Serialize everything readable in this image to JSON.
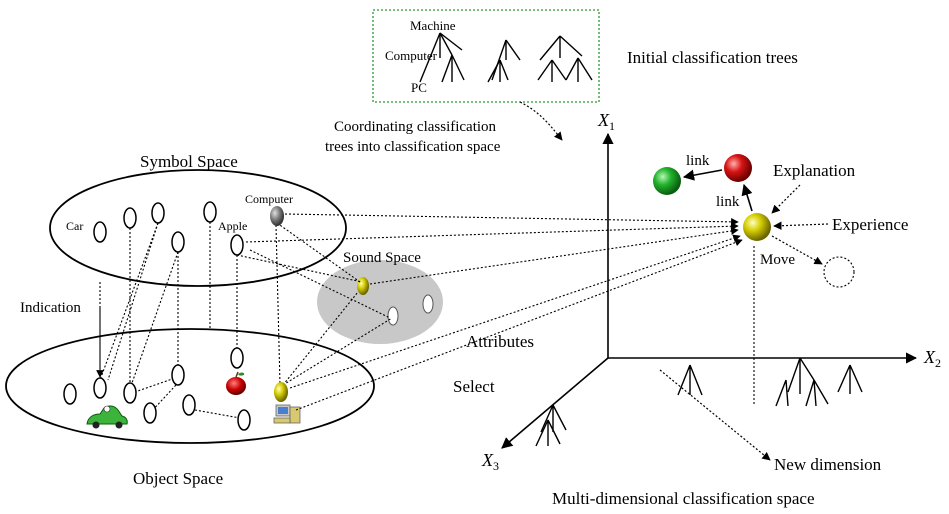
{
  "top_box": {
    "machine": "Machine",
    "computer": "Computer",
    "pc": "PC"
  },
  "labels": {
    "initial_trees": "Initial classification trees",
    "coordinating_1": "Coordinating classification",
    "coordinating_2": "trees into classification space",
    "symbol_space": "Symbol Space",
    "sound_space": "Sound Space",
    "object_space": "Object Space",
    "indication": "Indication",
    "attributes": "Attributes",
    "select": "Select",
    "car": "Car",
    "apple": "Apple",
    "computer": "Computer",
    "link_top": "link",
    "link_mid": "link",
    "explanation": "Explanation",
    "experience": "Experience",
    "move": "Move",
    "new_dimension": "New dimension",
    "caption": "Multi-dimensional classification space"
  },
  "axes": {
    "x1": "X",
    "x1_sub": "1",
    "x2": "X",
    "x2_sub": "2",
    "x3": "X",
    "x3_sub": "3"
  },
  "colors": {
    "green_ball": "#1faa2a",
    "red_ball": "#d01010",
    "yellow_ball": "#c9c200",
    "sound_space": "#c8c8c8",
    "dashed_box": "#2a9a2a"
  }
}
